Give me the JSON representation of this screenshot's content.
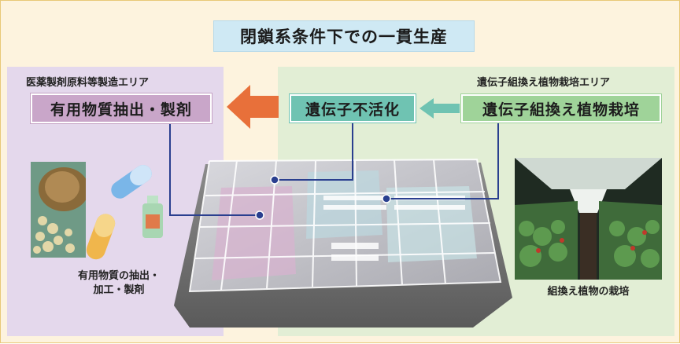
{
  "title": "閉鎖系条件下での一貫生産",
  "left_area": {
    "label": "医薬製剤原料等製造エリア",
    "box": "有用物質抽出・製剤",
    "caption_line1": "有用物質の抽出・",
    "caption_line2": "加工・製剤"
  },
  "right_area": {
    "label": "遺伝子組換え植物栽培エリア",
    "box": "遺伝子組換え植物栽培",
    "caption": "組換え植物の栽培"
  },
  "middle_box": "遺伝子不活化",
  "colors": {
    "frame_bg": "#fdf3de",
    "title_bg": "#cfe9f4",
    "left_panel": "#e4d8ec",
    "right_panel": "#e2eed5",
    "arrow_orange": "#e8703a",
    "arrow_teal": "#6fc3b2",
    "connector": "#2a3f8f"
  }
}
